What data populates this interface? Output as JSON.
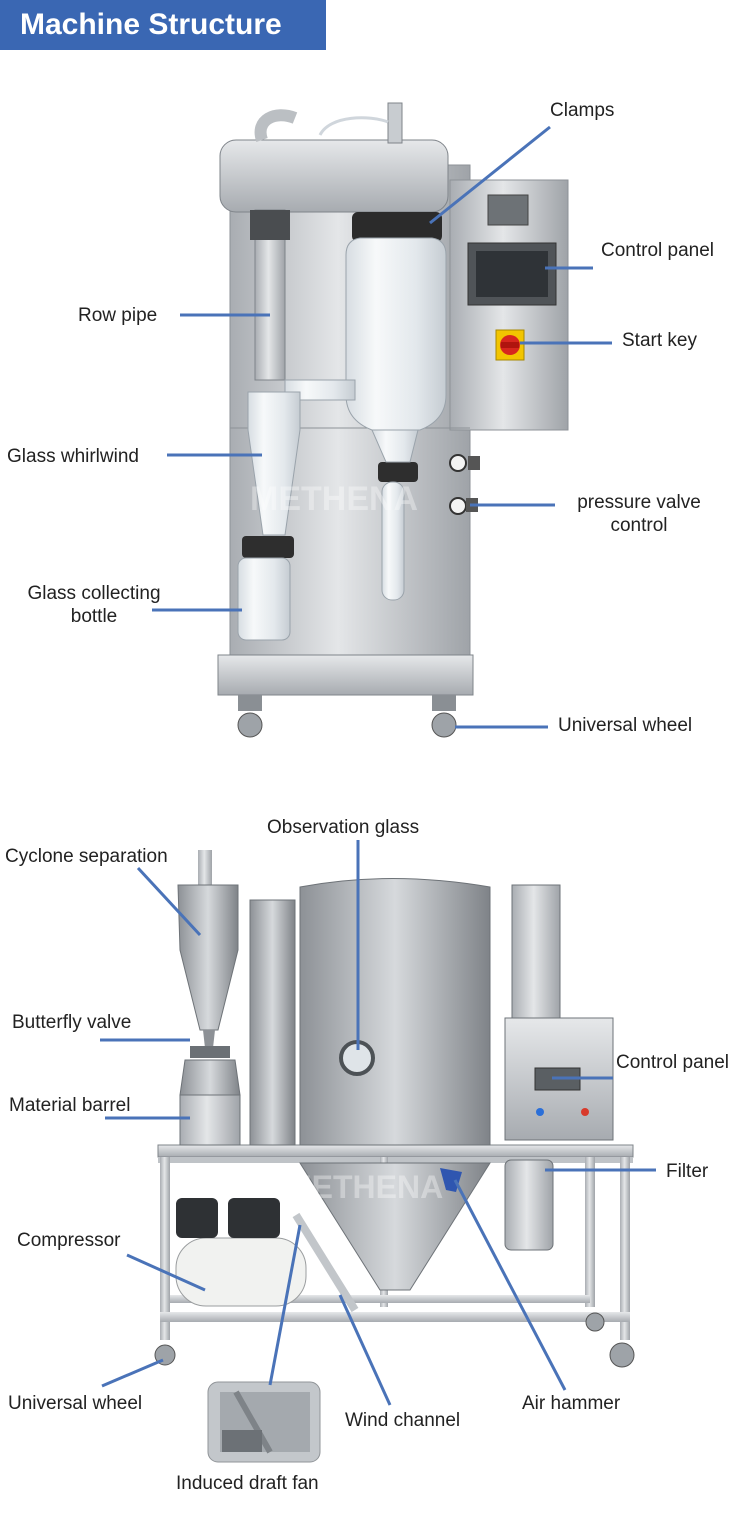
{
  "header": {
    "title": "Machine Structure"
  },
  "watermark": "METHENA",
  "colors": {
    "header_bg": "#3a67b3",
    "leader_line": "#4a73b8",
    "steel": "#c9ccd0"
  },
  "top_section": {
    "labels": {
      "clamps": "Clamps",
      "control_panel": "Control panel",
      "row_pipe": "Row pipe",
      "start_key": "Start key",
      "glass_whirlwind": "Glass whirlwind",
      "pressure_valve_line1": "pressure valve",
      "pressure_valve_line2": "control",
      "glass_bottle_line1": "Glass collecting",
      "glass_bottle_line2": "bottle",
      "universal_wheel": "Universal wheel"
    }
  },
  "bottom_section": {
    "labels": {
      "observation_glass": "Observation glass",
      "cyclone_separation": "Cyclone separation",
      "butterfly_valve": "Butterfly valve",
      "control_panel": "Control panel",
      "material_barrel": "Material barrel",
      "filter": "Filter",
      "compressor": "Compressor",
      "universal_wheel": "Universal wheel",
      "wind_channel": "Wind channel",
      "air_hammer": "Air hammer",
      "induced_draft_fan": "Induced draft fan"
    }
  }
}
